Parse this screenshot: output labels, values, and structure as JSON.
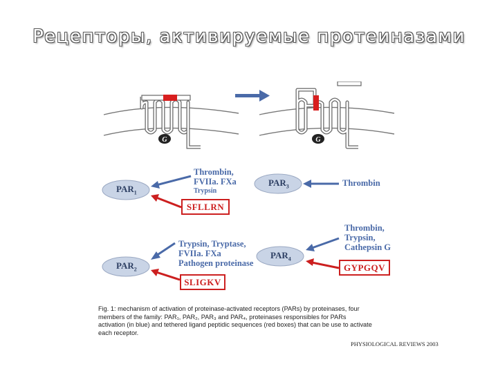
{
  "slide": {
    "title": "Рецепторы, активируемые протеиназами",
    "source": "PHYSIOLOGICAL REVIEWS 2003"
  },
  "figure": {
    "g_protein_label": "G",
    "receptors": [
      {
        "name": "PAR",
        "sub": "1"
      },
      {
        "name": "PAR",
        "sub": "3"
      },
      {
        "name": "PAR",
        "sub": "2"
      },
      {
        "name": "PAR",
        "sub": "4"
      }
    ],
    "activators": {
      "par1": [
        "Thrombin,",
        "FVIIa. FXa"
      ],
      "par1_minor": "Trypsin",
      "par3": "Thrombin",
      "par2": [
        "Trypsin, Tryptase,",
        "FVIIa. FXa",
        "Pathogen proteinase"
      ],
      "par4": [
        "Thrombin,",
        "Trypsin,",
        "Cathepsin G"
      ]
    },
    "peptides": {
      "par1": "SFLLRN",
      "par2": "SLIGKV",
      "par4": "GYPGQV"
    },
    "colors": {
      "protease_arrow": "#4a6aa8",
      "peptide": "#cc1f1f",
      "ellipse": "#c9d4e6"
    }
  },
  "caption": {
    "lines": [
      "Fig. 1: mechanism of activation of proteinase-activated receptors (PARs) by proteinases, four",
      "members of the family: PAR₁, PAR₂, PAR₃ and PAR₄, proteinases responsibles for PARs",
      "activation (in blue) and tethered ligand peptidic sequences (red boxes) that can be use to activate",
      "each receptor."
    ]
  }
}
